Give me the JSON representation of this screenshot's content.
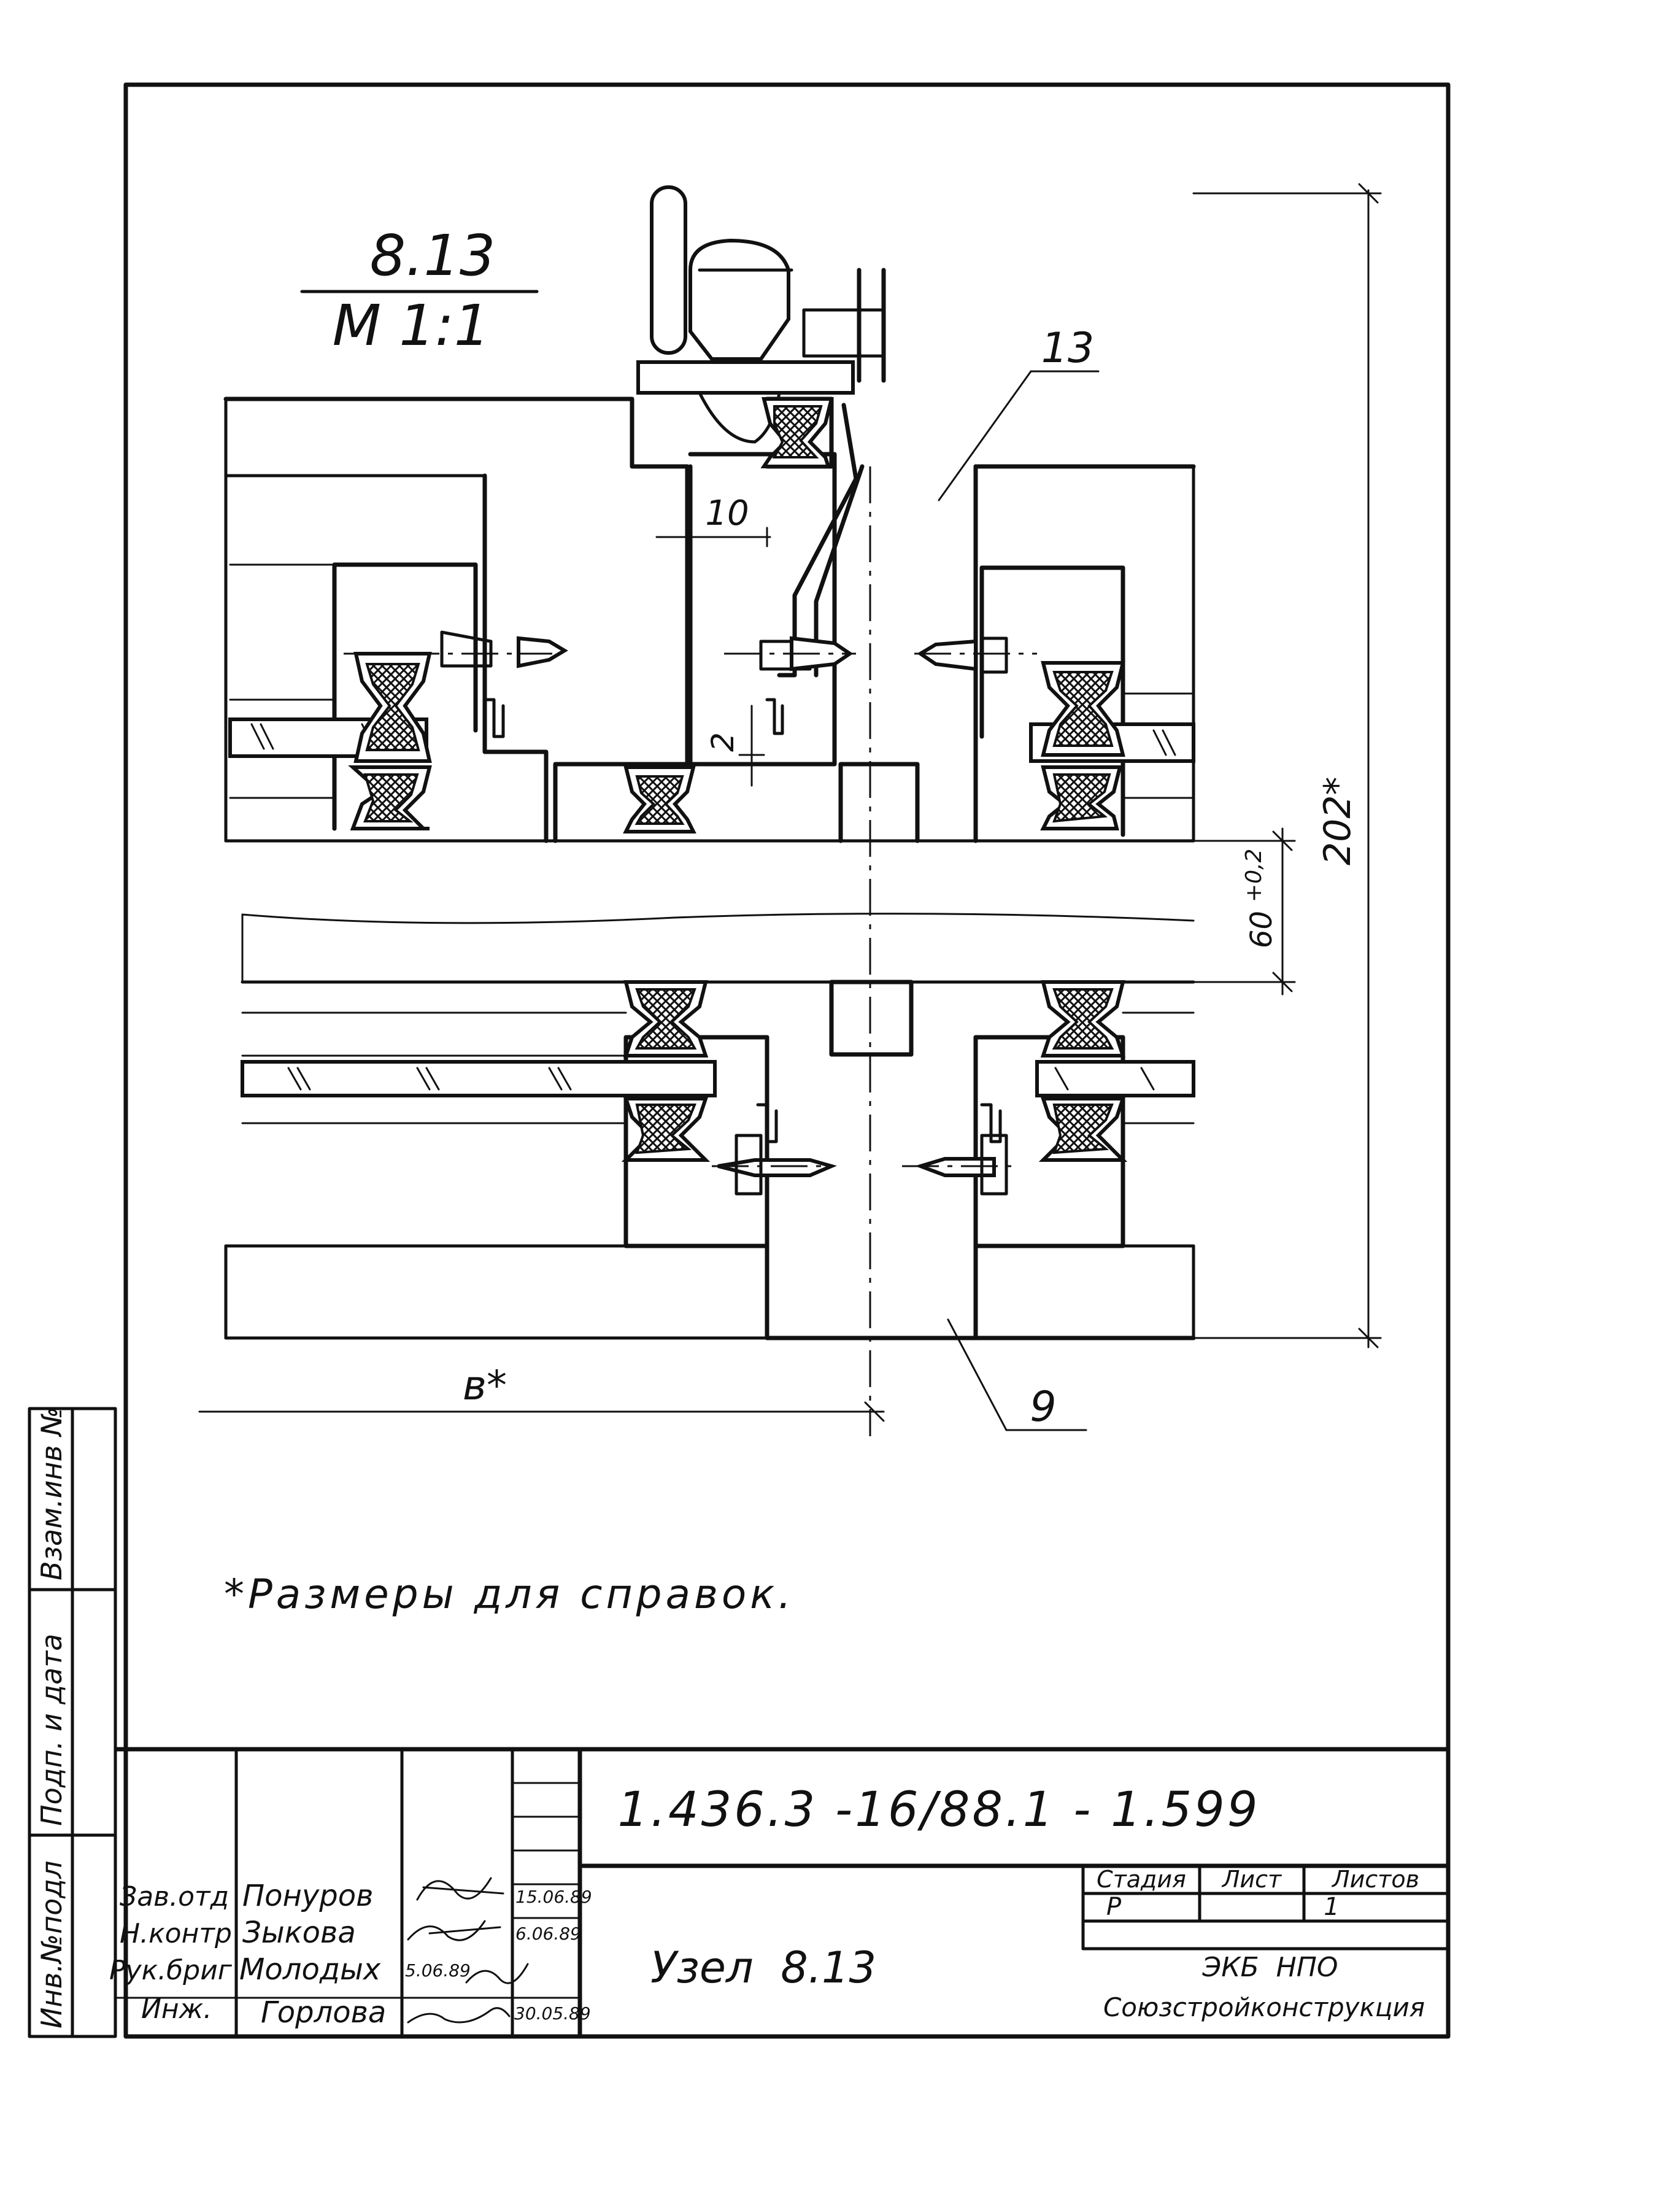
{
  "drawing": {
    "node_title": "8.13",
    "scale": "М 1:1",
    "callouts": {
      "part_top": "13",
      "part_bottom": "9"
    },
    "dimensions": {
      "gap_width": "10",
      "gap_offset": "2",
      "overall_height": "202*",
      "opening": "60",
      "opening_tol": "+0,2",
      "width_b": "в*"
    },
    "note": "*Размеры для справок."
  },
  "side_stamp": {
    "cells": [
      "Взам.инв №",
      "Подп. и дата",
      "Инв.№подл"
    ]
  },
  "title_block": {
    "document_code": "1.436.3 -16/88.1 - 1.599",
    "drawing_name": "Узел  8.13",
    "stage_header": "Стадия",
    "sheet_header": "Лист",
    "sheets_header": "Листов",
    "stage_value": "Р",
    "sheet_value": "",
    "sheets_value": "1",
    "organization_line1": "ЭКБ  НПО",
    "organization_line2": "Союзстройконструкция",
    "signatures": [
      {
        "role": "Зав.отд",
        "name": "Понуров",
        "date": "15.06.89"
      },
      {
        "role": "Н.контр",
        "name": "Зыкова",
        "date": "6.06.89"
      },
      {
        "role": "Рук.бриг",
        "name": "Молодых",
        "date": "5.06.89"
      },
      {
        "role": "Инж.",
        "name": "Горлова",
        "date": "30.05.89"
      }
    ]
  }
}
